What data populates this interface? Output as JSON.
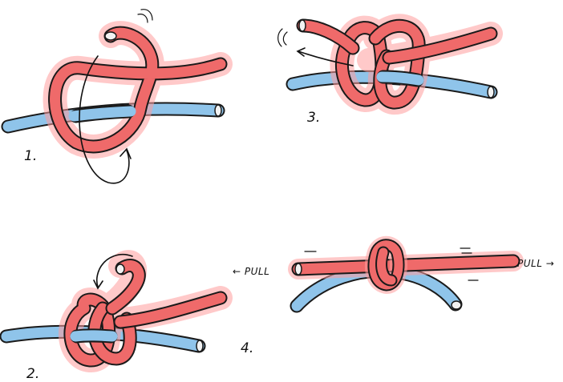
{
  "colors": {
    "red_rope": "#ef6a6a",
    "red_glow": "#ff9d9d",
    "blue_rope": "#8fc4ea"
  },
  "steps": [
    {
      "label": "1."
    },
    {
      "label": "2."
    },
    {
      "label": "3."
    },
    {
      "label": "4."
    }
  ],
  "pull": {
    "left": "← PULL",
    "right": "PULL →"
  }
}
